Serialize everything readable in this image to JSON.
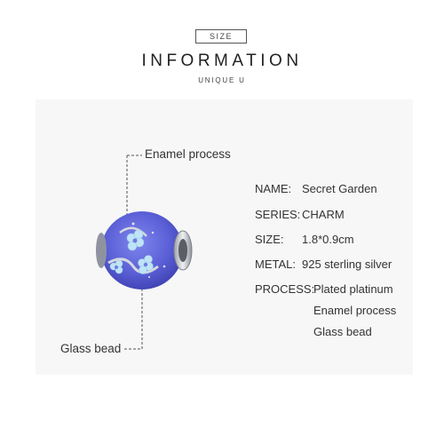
{
  "header": {
    "tag": "SIZE",
    "title": "INFORMATION",
    "subtitle": "UNIQUE U"
  },
  "callouts": {
    "top": "Enamel process",
    "bottom": "Glass bead"
  },
  "specs": [
    {
      "label": "NAME:",
      "value": "Secret Garden"
    },
    {
      "label": "SERIES:",
      "value": "CHARM"
    },
    {
      "label": "SIZE:",
      "value": "1.8*0.9cm"
    },
    {
      "label": "METAL:",
      "value": "925 sterling silver"
    },
    {
      "label": "PROCESS:",
      "value": "Plated platinum"
    }
  ],
  "process_extra": [
    "Enamel process",
    "Glass bead"
  ],
  "colors": {
    "bead_blue": "#5a5fd6",
    "bead_dark": "#3c3fae",
    "silver": "#c9ccd2",
    "flower": "#bfe3f7",
    "panel": "#f7f7f7"
  }
}
